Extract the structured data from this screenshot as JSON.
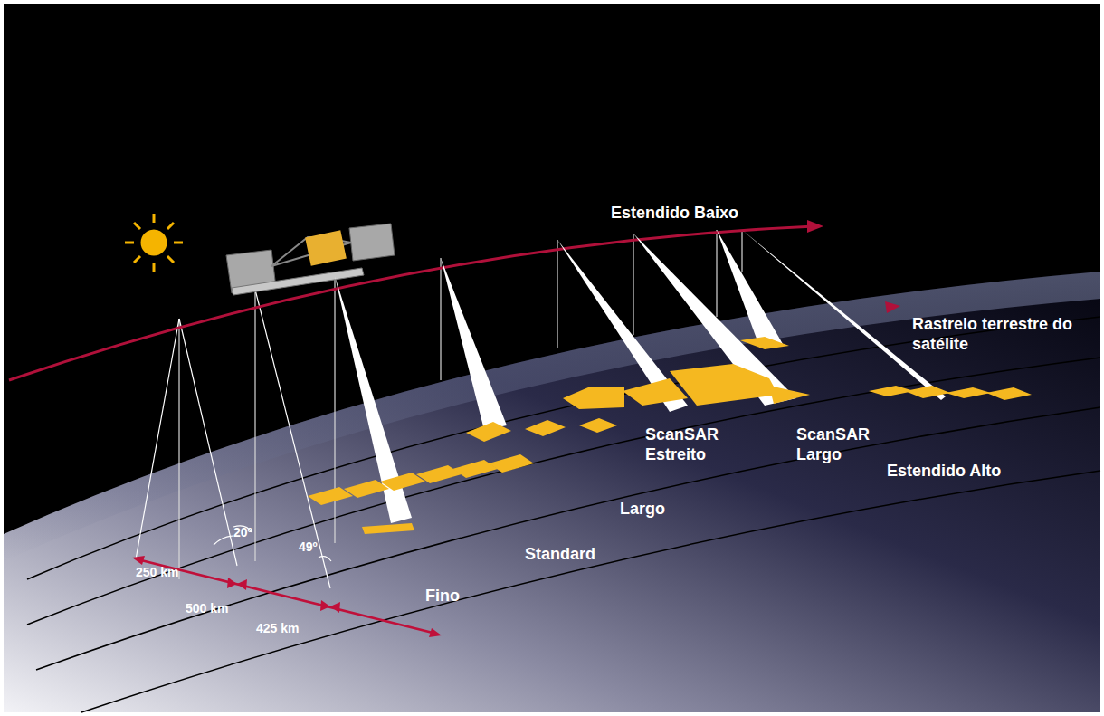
{
  "diagram": {
    "labels": [
      "Estendido Baixo",
      "Rastreio terrestre do satélite",
      "ScanSAR Estreito",
      "ScanSAR Largo",
      "Estendido Alto",
      "Largo",
      "Standard",
      "Fino",
      "250 km",
      "500 km",
      "425 km",
      "20º",
      "49º"
    ]
  }
}
